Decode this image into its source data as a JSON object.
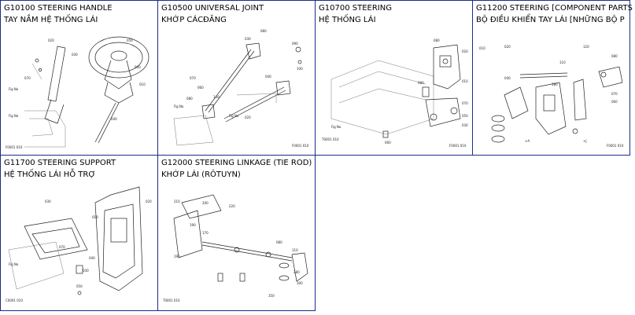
{
  "tiles": [
    {
      "code": "G10100 STEERING HANDLE",
      "sub": "TAY NẮM HỆ THỐNG LÁI"
    },
    {
      "code": "G10500 UNIVERSAL JOINT",
      "sub": "KHỚP CÁCĐĂNG"
    },
    {
      "code": "G10700 STEERING",
      "sub": "HỆ THỐNG LÁI"
    },
    {
      "code": "G11200 STEERING [COMPONENT PARTS",
      "sub": "BỘ ĐIỀU KHIỂN TAY LÁI [NHỮNG BỘ P"
    },
    {
      "code": "G11700 STEERING SUPPORT",
      "sub": "HỆ THỐNG LÁI  HỖ TRỢ"
    },
    {
      "code": "G12000 STEERING LINKAGE (TIE ROD)",
      "sub": "KHỚP LÁI (RÔTUYN)"
    }
  ],
  "colors": {
    "tile_border": "#1c2a8c",
    "background": "#ffffff",
    "text": "#000000"
  }
}
